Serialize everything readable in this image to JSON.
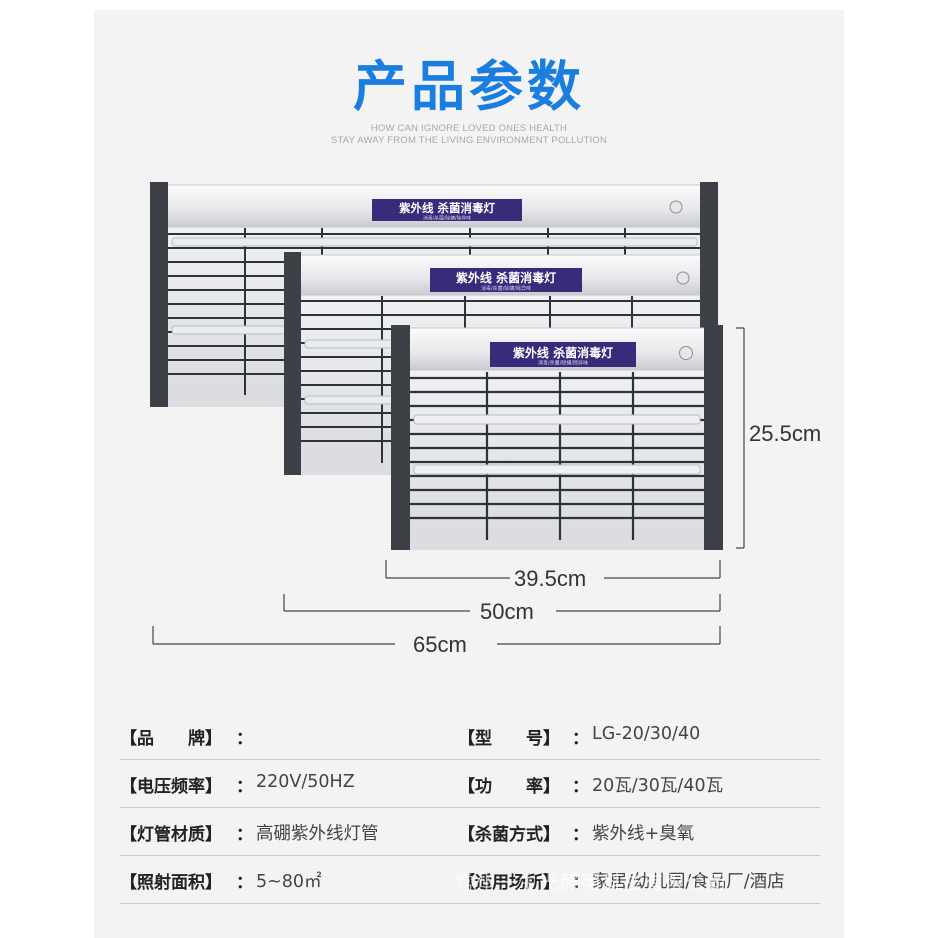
{
  "title": "产品参数",
  "subtitle_lines": [
    "HOW CAN IGNORE LOVED ONES HEALTH",
    "STAY AWAY FROM THE LIVING ENVIRONMENT POLLUTION"
  ],
  "lamp_label": {
    "main": "紫外线 杀菌消毒灯",
    "small": "消毒/杀菌/除螨/除异味"
  },
  "dimensions": {
    "height": "25.5cm",
    "small_width": "39.5cm",
    "medium_width": "50cm",
    "large_width": "65cm"
  },
  "specs": [
    {
      "left_label": "【品　　牌】",
      "left_value": "",
      "right_label": "【型　　号】",
      "right_value": "LG-20/30/40"
    },
    {
      "left_label": "【电压频率】",
      "left_value": "220V/50HZ",
      "right_label": "【功　　率】",
      "right_value": "20瓦/30瓦/40瓦"
    },
    {
      "left_label": "【灯管材质】",
      "left_value": "高硼紫外线灯管",
      "right_label": "【杀菌方式】",
      "right_value": "紫外线+臭氧"
    },
    {
      "left_label": "【照射面积】",
      "left_value": "5~80㎡",
      "right_label": "【适用场所】",
      "right_value": "家居/幼儿园/食品厂/酒店"
    }
  ],
  "separator": "：",
  "watermark": "常州一生光照明科技有限公司",
  "colors": {
    "title": "#1a7ee0",
    "label_bg": "#3a2a7a",
    "frame": "#3d4047"
  }
}
